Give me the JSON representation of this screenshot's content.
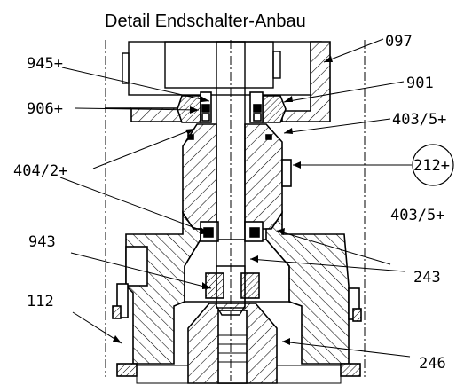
{
  "title": "Detail Endschalter-Anbau",
  "labels": {
    "l097": "097",
    "l945": "945+",
    "l901": "901",
    "l906": "906+",
    "l403a": "403/5+",
    "l404": "404/2+",
    "l212": "212+",
    "l403b": "403/5+",
    "l943": "943",
    "l243": "243",
    "l112": "112",
    "l246": "246"
  },
  "colors": {
    "ink": "#000000",
    "paper": "#ffffff"
  }
}
